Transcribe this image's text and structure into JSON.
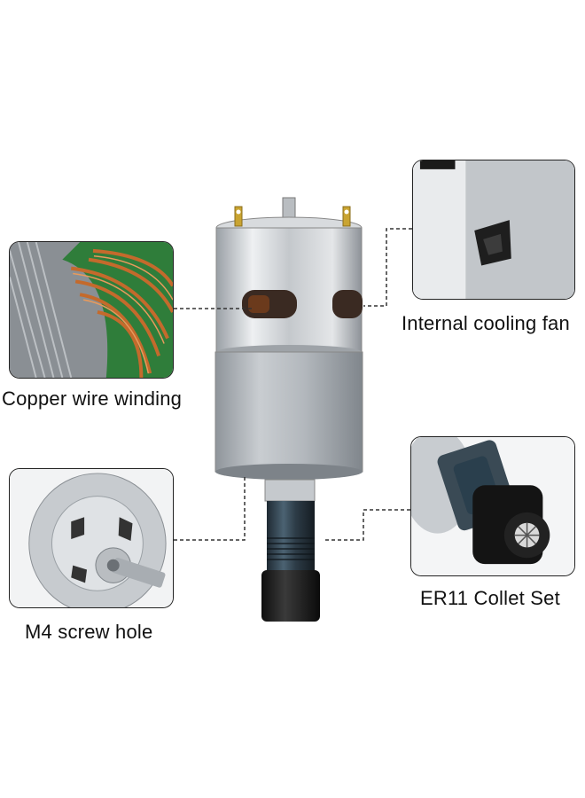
{
  "callouts": {
    "copper": {
      "label": "Copper wire winding"
    },
    "fan": {
      "label": "Internal cooling fan"
    },
    "screw": {
      "label": "M4 screw hole"
    },
    "collet": {
      "label": "ER11 Collet Set"
    }
  },
  "colors": {
    "silver": "#c8ccd0",
    "copper": "#b8622a",
    "insulation_green": "#2f7d3a",
    "collet_body": "#3a4a55",
    "collet_nut": "#1c1c1c",
    "leader_line": "#333333"
  }
}
